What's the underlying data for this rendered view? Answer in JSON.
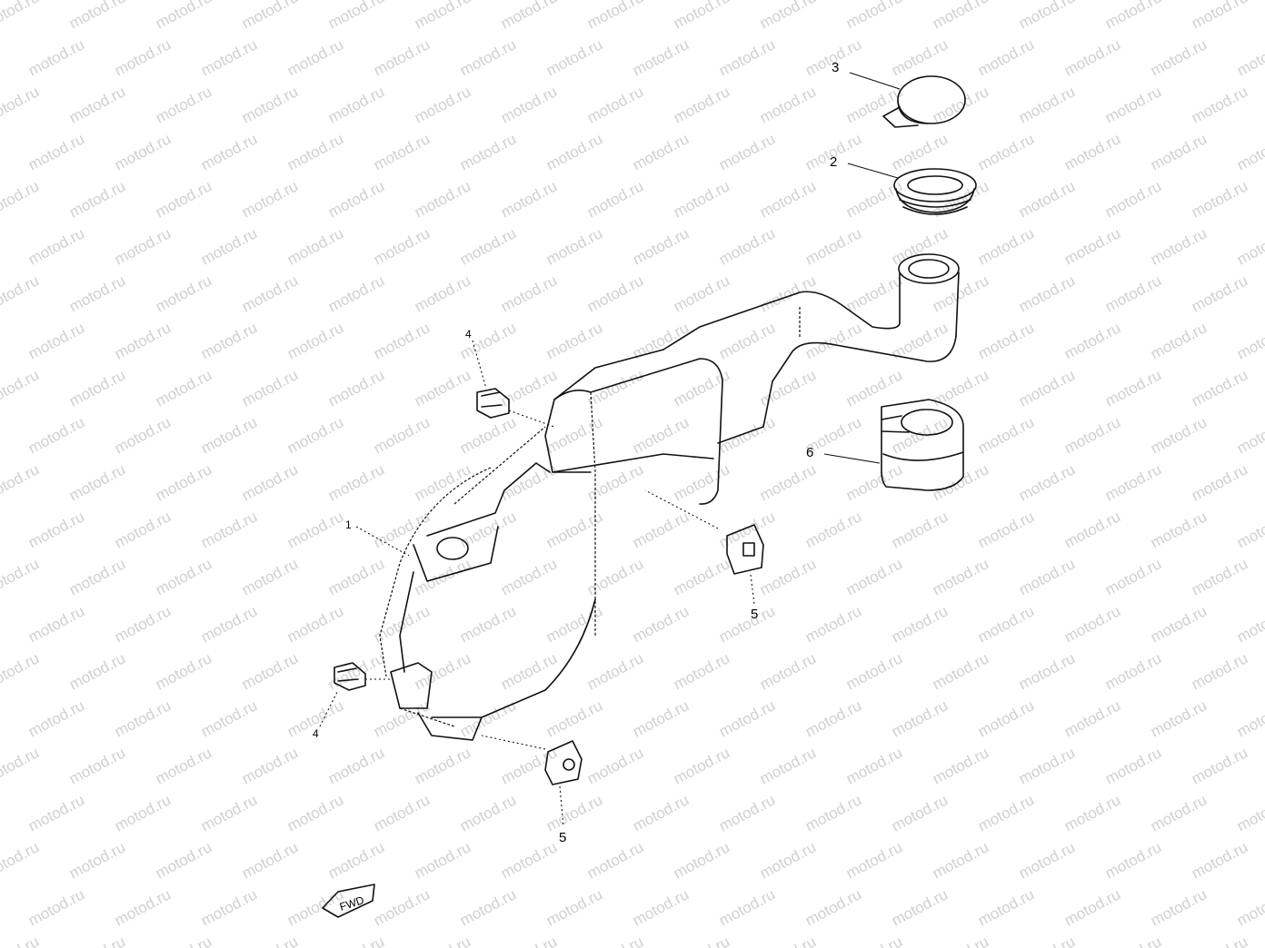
{
  "watermark": {
    "text": "motod.ru"
  },
  "callouts": {
    "item_1": "1",
    "item_2": "2",
    "item_3": "3",
    "item_4_top": "4",
    "item_4_bottom": "4",
    "item_5_right": "5",
    "item_5_bottom": "5",
    "item_6": "6"
  },
  "fwd_marker": {
    "label": "FWD"
  }
}
